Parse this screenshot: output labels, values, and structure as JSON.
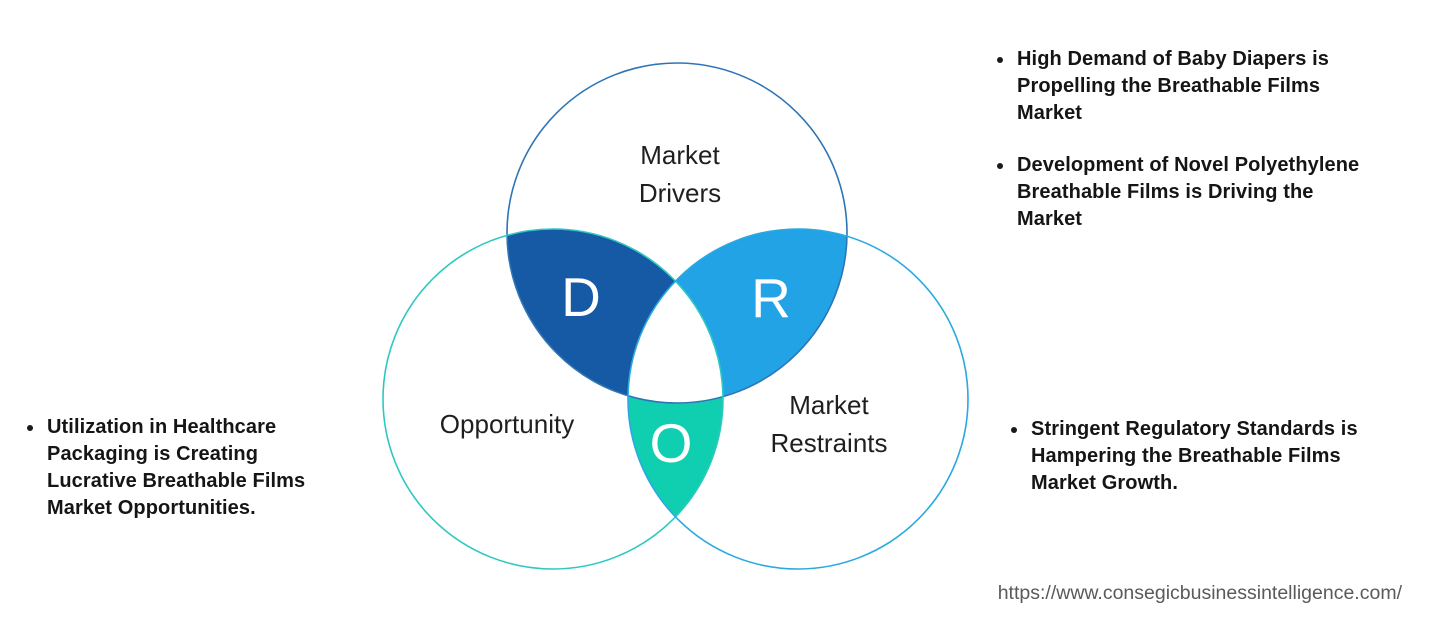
{
  "venn": {
    "drivers": {
      "label_lines": [
        "Market",
        "Drivers"
      ],
      "letter": "D",
      "stroke_color": "#2e75b6",
      "overlap_fill": "#1659a5"
    },
    "opportunity": {
      "label_lines": [
        "Opportunity"
      ],
      "letter": "O",
      "stroke_color": "#2fc8c0",
      "overlap_fill": "#10cfb1"
    },
    "restraints": {
      "label_lines": [
        "Market",
        "Restraints"
      ],
      "letter": "R",
      "stroke_color": "#2aa9e0",
      "overlap_fill": "#22a3e5"
    },
    "center_fill": "#ffffff"
  },
  "bullets": {
    "left": [
      {
        "lines": [
          "Utilization in Healthcare",
          "Packaging is Creating",
          "Lucrative Breathable Films",
          "Market Opportunities."
        ]
      }
    ],
    "right_top": [
      {
        "lines": [
          "High Demand of Baby Diapers is",
          "Propelling the Breathable Films",
          "Market"
        ]
      },
      {
        "lines": [
          "Development of Novel Polyethylene",
          "Breathable Films is Driving the",
          "Market"
        ]
      }
    ],
    "right_bottom": [
      {
        "lines": [
          "Stringent Regulatory Standards is",
          "Hampering the Breathable Films",
          "Market Growth."
        ]
      }
    ]
  },
  "footer": {
    "url": "https://www.consegicbusinessintelligence.com/",
    "url_color": "#595a5c"
  }
}
